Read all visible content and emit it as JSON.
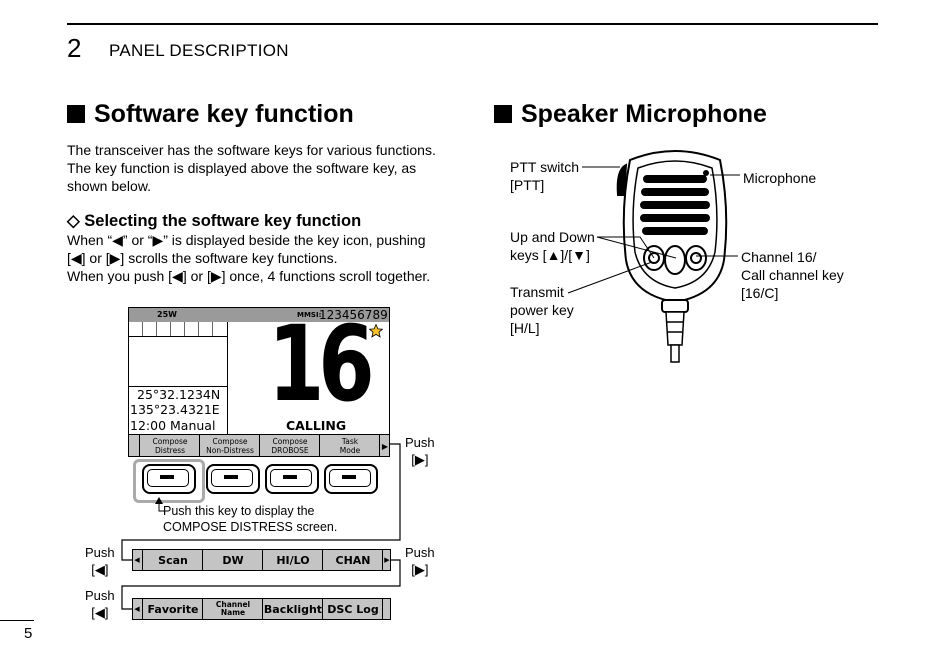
{
  "header": {
    "chapter_number": "2",
    "chapter_title": "PANEL DESCRIPTION"
  },
  "left": {
    "heading": "Software key function",
    "intro": [
      "The transceiver has the software keys for various functions.",
      "The key function is displayed above the software key, as",
      "shown below."
    ],
    "subheading": "◇ Selecting the software key function",
    "sub_text": [
      "When “◀” or “▶” is displayed beside the key icon, pushing",
      "[◀] or [▶] scrolls the software key functions.",
      "When you push [◀] or [▶] once, 4 functions scroll together."
    ],
    "lcd": {
      "power": "25W",
      "mmsi_label": "MMSI:",
      "mmsi": "123456789",
      "channel": "16",
      "calling": "CALLING",
      "lat": "25°32.1234N",
      "lon": "135°23.4321E",
      "time": "12:00 Manual",
      "keys": [
        {
          "line1": "Compose",
          "line2": "Distress"
        },
        {
          "line1": "Compose",
          "line2": "Non-Distress"
        },
        {
          "line1": "Compose",
          "line2": "DROBOSE"
        },
        {
          "line1": "Task",
          "line2": "Mode"
        }
      ]
    },
    "push_note": [
      "Push this key to display the",
      "COMPOSE DISTRESS screen."
    ],
    "push_label": "Push",
    "right_key": "[▶]",
    "left_key": "[◀]",
    "strip1": [
      "Scan",
      "DW",
      "HI/LO",
      "CHAN"
    ],
    "strip2": [
      {
        "text": "Favorite"
      },
      {
        "line1": "Channel",
        "line2": "Name"
      },
      {
        "text": "Backlight"
      },
      {
        "text": "DSC Log"
      }
    ]
  },
  "right": {
    "heading": "Speaker Microphone",
    "ptt": [
      "PTT switch",
      "[PTT]"
    ],
    "microphone": "Microphone",
    "updown": [
      "Up and Down",
      "keys [▲]/[▼]"
    ],
    "channel": [
      "Channel 16/",
      "Call channel key",
      "[16/C]"
    ],
    "transmit": [
      "Transmit",
      "power key",
      "[H/L]"
    ]
  },
  "footer": {
    "page": "5"
  }
}
